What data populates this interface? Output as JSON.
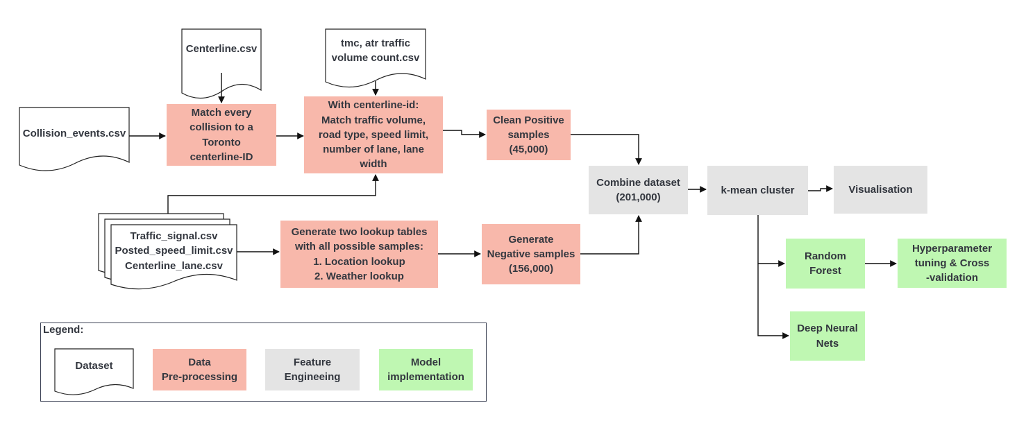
{
  "legend": {
    "title": "Legend:",
    "items": [
      {
        "label": "Dataset",
        "kind": "dataset"
      },
      {
        "label": "Data\nPre-processing",
        "kind": "pre",
        "color": "#f8b8ab"
      },
      {
        "label": "Feature\nEngineeing",
        "kind": "feat",
        "color": "#e4e4e4"
      },
      {
        "label": "Model\nimplementation",
        "kind": "model",
        "color": "#bff7b2"
      }
    ]
  },
  "nodes": {
    "centerline_csv": "Centerline.csv",
    "tmc_csv": "tmc, atr traffic\nvolume count.csv",
    "collision_csv": "Collision_events.csv",
    "multi_csv": "Traffic_signal.csv\nPosted_speed_limit.csv\nCenterline_lane.csv",
    "match_collision": "Match every\ncollision to a\nToronto\ncenterline-ID",
    "match_traffic": "With centerline-id:\nMatch traffic volume,\nroad type, speed limit,\nnumber of lane, lane\nwidth",
    "clean_positive": "Clean Positive\nsamples\n(45,000)",
    "lookup_tables": "Generate two lookup tables\nwith all possible samples:\n1. Location lookup\n2. Weather lookup",
    "negative_samples": "Generate\nNegative samples\n(156,000)",
    "combine": "Combine dataset\n(201,000)",
    "kmeans": "k-mean cluster",
    "visualisation": "Visualisation",
    "random_forest": "Random\nForest",
    "hyperparam": "Hyperparameter\ntuning & Cross\n-validation",
    "dnn": "Deep Neural\nNets"
  },
  "colors": {
    "pre": "#f8b8ab",
    "feat": "#e4e4e4",
    "model": "#bff7b2",
    "line": "#111111",
    "text": "#33373f"
  }
}
